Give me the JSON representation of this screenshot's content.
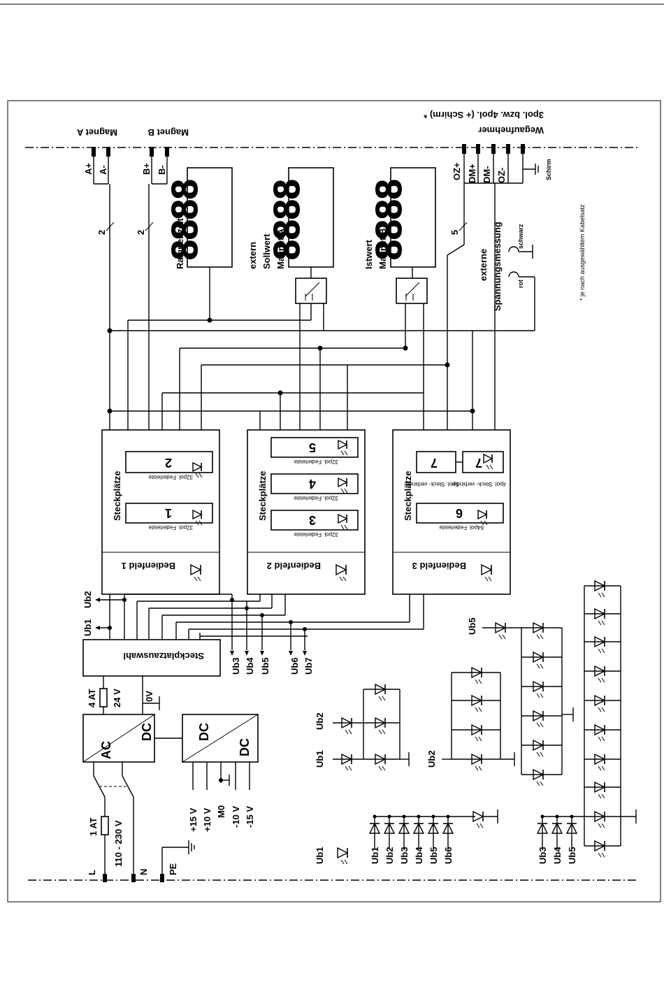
{
  "diagram": {
    "top_labels": {
      "magnet_a": "Magnet A",
      "magnet_b": "Magnet B",
      "wegaufnehmer": "Wegaufnehmer",
      "wegaufnehmer_sub": "3pol. bzw. 4pol. (+ Schirm) *"
    },
    "terminals": {
      "a_plus": "A+",
      "a_minus": "A-",
      "b_plus": "B+",
      "b_minus": "B-",
      "oz_plus": "OZ+",
      "dm_plus": "DM+",
      "dm_minus": "DM-",
      "oz_minus": "OZ-",
      "schirm": "Schirm"
    },
    "bus_counts": {
      "a": "2",
      "b": "2",
      "weg": "5"
    },
    "displays": [
      {
        "label": "Rampenzeit",
        "digits": "8888"
      },
      {
        "label": "extern Sollwert Magnet A",
        "digits": "8888"
      },
      {
        "label": "Istwert Magnet B",
        "digits": "8888"
      }
    ],
    "meas": {
      "title": "externe Spannungsmessung",
      "schwarz": "schwarz",
      "rot": "rot"
    },
    "footnote": "* je nach ausgewähltem Kabelsatz",
    "panels": [
      {
        "name": "Bedienfeld 1",
        "steck": "Steckplätze",
        "slots": [
          {
            "num": "1",
            "type": "32pol. Federleiste"
          },
          {
            "num": "2",
            "type": "32pol. Federleiste"
          }
        ]
      },
      {
        "name": "Bedienfeld 2",
        "steck": "Steckplätze",
        "slots": [
          {
            "num": "3",
            "type": "32pol. Federleiste"
          },
          {
            "num": "4",
            "type": "32pol. Federleiste"
          },
          {
            "num": "5",
            "type": "32pol. Federleiste"
          }
        ]
      },
      {
        "name": "Bedienfeld 3",
        "steck": "Steckplätze",
        "slots": [
          {
            "num": "6",
            "type": "64pol. Federleiste"
          },
          {
            "num": "7",
            "type": "4pol. Steck- verbinder"
          },
          {
            "num": "7",
            "type": "5pol. Steck- verbinder"
          }
        ]
      }
    ],
    "steckplatzauswahl": "Steckplatzauswahl",
    "power": {
      "ac": "AC",
      "dc": "DC",
      "dc2a": "DC",
      "dc2b": "DC",
      "fuse_4at": "4 AT",
      "v24": "24 V",
      "v0": "0V",
      "fuse_1at": "1 AT",
      "mains": "110 - 230 V",
      "l": "L",
      "n": "N",
      "pe": "PE",
      "rails": [
        "+15 V",
        "+10 V",
        "M0",
        "-10 V",
        "-15 V"
      ]
    },
    "supply_labels": {
      "ub1": "Ub1",
      "ub2": "Ub2",
      "ub3": "Ub3",
      "ub4": "Ub4",
      "ub5": "Ub5",
      "ub6": "Ub6",
      "ub7": "Ub7"
    },
    "led_groups": {
      "g1_ub": [
        "Ub1"
      ],
      "g2_ub": [
        "Ub1",
        "Ub2"
      ],
      "g3_ub": [
        "Ub2"
      ],
      "g4_ub": [
        "Ub5"
      ],
      "g5_ub": [
        "Ub1",
        "Ub2",
        "Ub3",
        "Ub4",
        "Ub5",
        "Ub6"
      ],
      "g6_ub": [
        "Ub3",
        "Ub4",
        "Ub5"
      ]
    }
  }
}
